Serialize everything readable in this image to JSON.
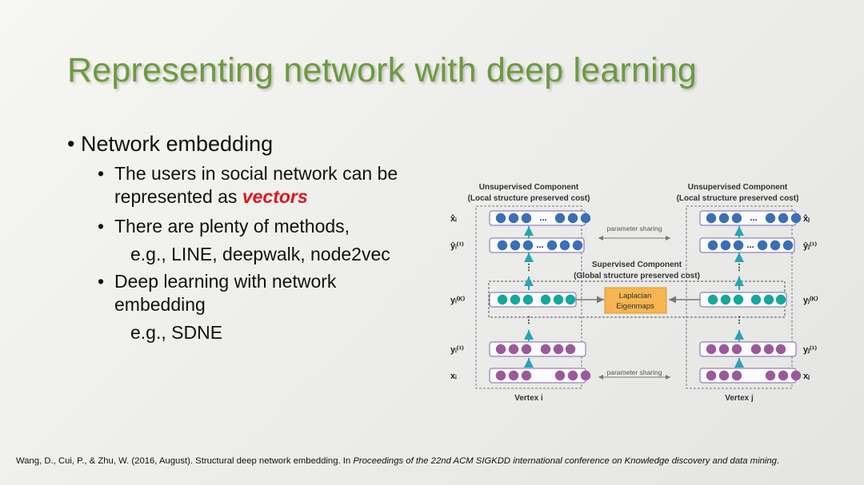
{
  "slide": {
    "title": "Representing network with deep learning",
    "bullets": {
      "l1": "Network embedding",
      "l2a_line1": "The users in social network can be",
      "l2a_line2_prefix": "represented as ",
      "l2a_emphasis": "vectors",
      "l2b": "There are plenty of methods,",
      "l3b": "e.g., LINE, deepwalk, node2vec",
      "l2c_line1": "Deep learning with network",
      "l2c_line2": "embedding",
      "l3c": "e.g., SDNE"
    },
    "citation": {
      "authors": "Wang, D., Cui, P., & Zhu, W. (2016, August). Structural deep network embedding. In ",
      "venue": "Proceedings of the 22nd ACM SIGKDD international conference on Knowledge discovery and data mining",
      "end": "."
    }
  },
  "figure": {
    "unsup_title": "Unsupervised Component",
    "unsup_sub": "(Local structure preserved cost)",
    "sup_title": "Supervised Component",
    "sup_sub": "(Global structure preserved cost)",
    "param_sharing": "parameter sharing",
    "center_line1": "Laplacian",
    "center_line2": "Eigenmaps",
    "vertex_i": "Vertex i",
    "vertex_j": "Vertex j",
    "ellipsis": "...",
    "dots": "⋮",
    "row_labels_left": [
      "x̂ᵢ",
      "ŷᵢ⁽¹⁾",
      "yᵢ⁽ᴷ⁾",
      "yᵢ⁽¹⁾",
      "xᵢ"
    ],
    "row_labels_right": [
      "x̂ⱼ",
      "ŷⱼ⁽¹⁾",
      "yⱼ⁽ᴷ⁾",
      "yⱼ⁽¹⁾",
      "xⱼ"
    ],
    "colors": {
      "blue": "#3a6fb3",
      "teal": "#14a89a",
      "purple": "#9a5a9a",
      "center": "#f6b550",
      "arrow": "#2aa3b5"
    }
  }
}
